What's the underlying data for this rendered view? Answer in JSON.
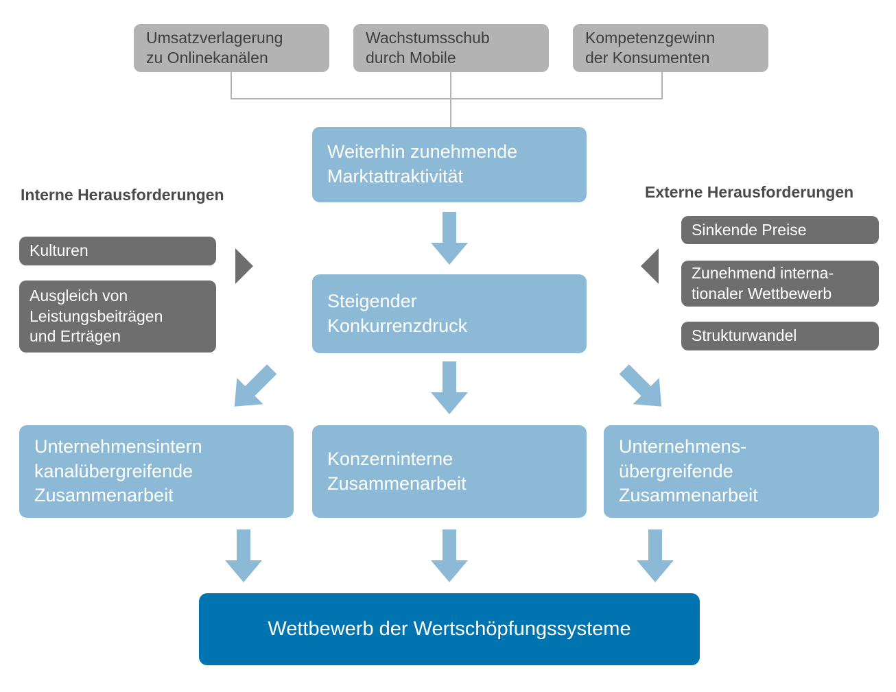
{
  "colors": {
    "light_gray_box": "#b3b3b3",
    "dark_gray_box": "#6e6e6e",
    "light_blue_box": "#8cb9d6",
    "dark_blue_box": "#0074b0",
    "heading_text": "#4a4a4a"
  },
  "top_factors": [
    {
      "label": "Umsatzverlagerung\nzu Onlinekanälen"
    },
    {
      "label": "Wachstumsschub\ndurch Mobile"
    },
    {
      "label": "Kompetenzgewinn\nder Konsumenten"
    }
  ],
  "market_attractiveness": {
    "label": "Weiterhin zunehmende\nMarktattraktivität"
  },
  "internal_challenges": {
    "heading": "Interne Herausforderungen",
    "items": [
      {
        "label": "Kulturen"
      },
      {
        "label": "Ausgleich von\nLeistungsbeiträgen\nund Erträgen"
      }
    ]
  },
  "external_challenges": {
    "heading": "Externe Herausforderungen",
    "items": [
      {
        "label": "Sinkende Preise"
      },
      {
        "label": "Zunehmend interna-\ntionaler Wettbewerb"
      },
      {
        "label": "Strukturwandel"
      }
    ]
  },
  "competitive_pressure": {
    "label": "Steigender\nKonkurrenzdruck"
  },
  "collaboration_forms": [
    {
      "label": "Unternehmensintern\nkanalübergreifende\nZusammenarbeit"
    },
    {
      "label": "Konzerninterne\nZusammenarbeit"
    },
    {
      "label": "Unternehmens-\nübergreifende\nZusammenarbeit"
    }
  ],
  "outcome": {
    "label": "Wettbewerb der Wertschöpfungssysteme"
  }
}
